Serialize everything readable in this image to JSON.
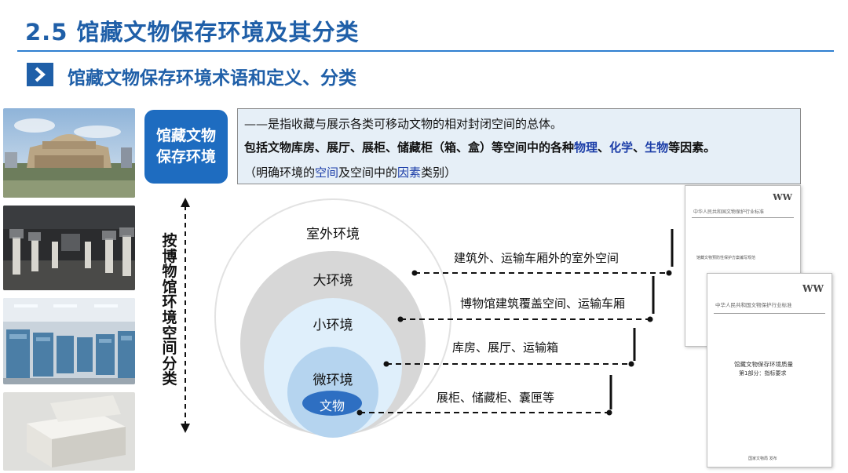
{
  "header": {
    "title": "2.5  馆藏文物保存环境及其分类",
    "subtitle": "馆藏文物保存环境术语和定义、分类",
    "subtitle_icon": "chevron-right-icon"
  },
  "concept": {
    "label_line1": "馆藏文物",
    "label_line2": "保存环境"
  },
  "definition": {
    "line1": "——是指收藏与展示各类可移动文物的相对封闭空间的总体。",
    "line2_pre": "包括文物库房、展厅、展柜、储藏柜（箱、盒）等空间中的各种",
    "line2_k1": "物理",
    "line2_sep1": "、",
    "line2_k2": "化学",
    "line2_sep2": "、",
    "line2_k3": "生物",
    "line2_post": "等因素。",
    "line3_pre": "（明确环境的",
    "line3_k1": "空间",
    "line3_mid": "及空间中的",
    "line3_k2": "因素",
    "line3_post": "类别）"
  },
  "classification": {
    "axis_label": "按博物馆环境空间分类",
    "levels": [
      {
        "name": "室外环境",
        "description": "建筑外、运输车厢外的室外空间"
      },
      {
        "name": "大环境",
        "description": "博物馆建筑覆盖空间、运输车厢"
      },
      {
        "name": "小环境",
        "description": "库房、展厅、运输箱"
      },
      {
        "name": "微环境",
        "description": "展柜、储藏柜、囊匣等"
      }
    ],
    "core": "文物"
  },
  "standards": {
    "doc1": {
      "logo": "WW",
      "org": "中华人民共和国文物保护行业标准",
      "title": "馆藏文物预防性保护方案编写规范"
    },
    "doc2": {
      "logo": "WW",
      "org": "中华人民共和国文物保护行业标准",
      "title_line1": "馆藏文物保存环境质量",
      "title_line2": "第1部分：指标要求",
      "issuer": "国家文物局  发布"
    }
  },
  "colors": {
    "accent": "#1f5fa8",
    "concept_box": "#1e6cc0",
    "keyword": "#1c3ea8",
    "definition_bg": "#e6eff7"
  }
}
